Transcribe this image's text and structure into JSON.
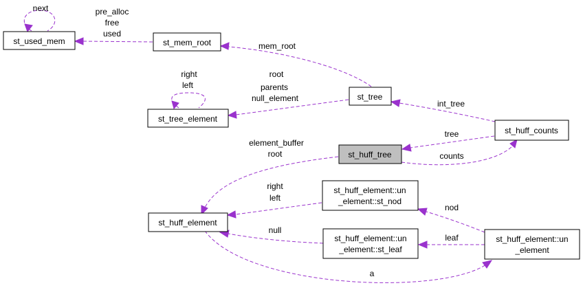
{
  "diagram": {
    "edge_color": "#9a32cd",
    "focus_fill": "#bfbfbf",
    "nodes": {
      "st_used_mem": [
        "st_used_mem"
      ],
      "st_mem_root": [
        "st_mem_root"
      ],
      "st_tree": [
        "st_tree"
      ],
      "st_tree_element": [
        "st_tree_element"
      ],
      "st_huff_counts": [
        "st_huff_counts"
      ],
      "st_huff_tree": [
        "st_huff_tree"
      ],
      "st_huff_element": [
        "st_huff_element"
      ],
      "st_nod": [
        "st_huff_element::un",
        "_element::st_nod"
      ],
      "st_leaf": [
        "st_huff_element::un",
        "_element::st_leaf"
      ],
      "un_element": [
        "st_huff_element::un",
        "_element"
      ]
    },
    "edges": {
      "next": [
        "next"
      ],
      "mem": [
        "pre_alloc",
        "free",
        "used"
      ],
      "mem_root": [
        "mem_root"
      ],
      "tree_self": [
        "right",
        "left"
      ],
      "tree_elem": [
        "root",
        "parents",
        "null_element"
      ],
      "int_tree": [
        "int_tree"
      ],
      "tree": [
        "tree"
      ],
      "counts": [
        "counts"
      ],
      "huff_tree": [
        "element_buffer",
        "root"
      ],
      "nod_ptr": [
        "right",
        "left"
      ],
      "leaf_null": [
        "null"
      ],
      "nod": [
        "nod"
      ],
      "leaf": [
        "leaf"
      ],
      "a": [
        "a"
      ]
    }
  }
}
